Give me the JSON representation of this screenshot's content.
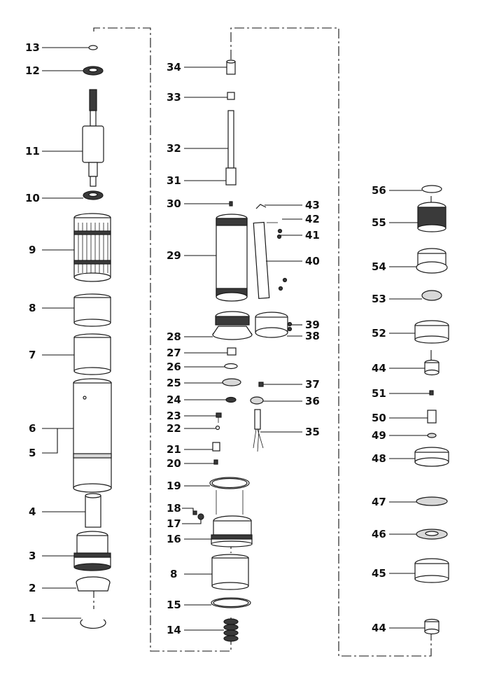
{
  "labels": {
    "left": [
      "13",
      "12",
      "11",
      "10",
      "9",
      "8",
      "7",
      "6",
      "5",
      "4",
      "3",
      "2",
      "1"
    ],
    "middle": [
      "34",
      "33",
      "32",
      "31",
      "30",
      "29",
      "28",
      "27",
      "26",
      "25",
      "24",
      "23",
      "22",
      "21",
      "20",
      "19",
      "18",
      "17",
      "16",
      "8",
      "15",
      "14"
    ],
    "middle_right": [
      "43",
      "42",
      "41",
      "40",
      "39",
      "38",
      "37",
      "36",
      "35"
    ],
    "right": [
      "56",
      "55",
      "54",
      "53",
      "52",
      "44",
      "51",
      "50",
      "49",
      "48",
      "47",
      "46",
      "45",
      "44"
    ]
  },
  "colors": {
    "ink": "#111111",
    "background": "#ffffff",
    "shade": "#d8d8d8"
  }
}
